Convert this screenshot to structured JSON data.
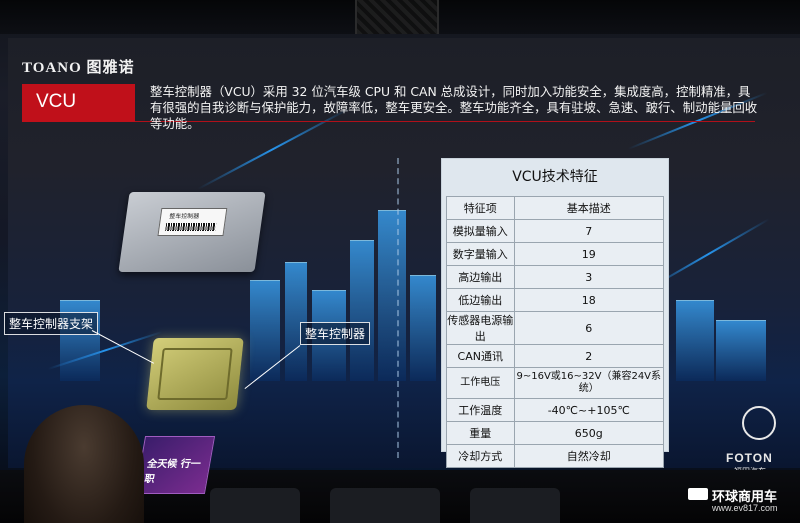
{
  "brand": {
    "logo_text": "TOANO 图雅诺",
    "foton": "FOTON",
    "foton_cn": "福田汽车"
  },
  "slide": {
    "section_label": "VCU",
    "intro": "整车控制器（VCU）采用 32 位汽车级 CPU 和 CAN 总成设计，同时加入功能安全，集成度高，控制精准，具有很强的自我诊断与保护能力，故障率低，整车更安全。整车功能齐全，具有驻坡、急速、跛行、制动能量回收等功能。",
    "ecu_label": "整车控制器",
    "callout_bracket": "整车控制器支架",
    "callout_controller": "整车控制器"
  },
  "table": {
    "title": "VCU技术特征",
    "headers": [
      "特征项",
      "基本描述"
    ],
    "rows": [
      {
        "item": "模拟量输入",
        "value": "7"
      },
      {
        "item": "数字量输入",
        "value": "19"
      },
      {
        "item": "高边输出",
        "value": "3"
      },
      {
        "item": "低边输出",
        "value": "18"
      },
      {
        "item": "传感器电源输出",
        "value": "6"
      },
      {
        "item": "CAN通讯",
        "value": "2"
      },
      {
        "item": "工作电压",
        "value": "9~16V或16~32V（兼容24V系统）"
      },
      {
        "item": "工作温度",
        "value": "-40℃~+105℃"
      },
      {
        "item": "重量",
        "value": "650g"
      },
      {
        "item": "冷却方式",
        "value": "自然冷却"
      }
    ]
  },
  "venue_sign": "全天候 行一职",
  "watermark": {
    "name": "环球商用车",
    "url": "www.ev817.com"
  },
  "colors": {
    "accent_red": "#c0101a",
    "table_bg": "#dfe7ee",
    "glow_blue": "#1e8cff"
  }
}
